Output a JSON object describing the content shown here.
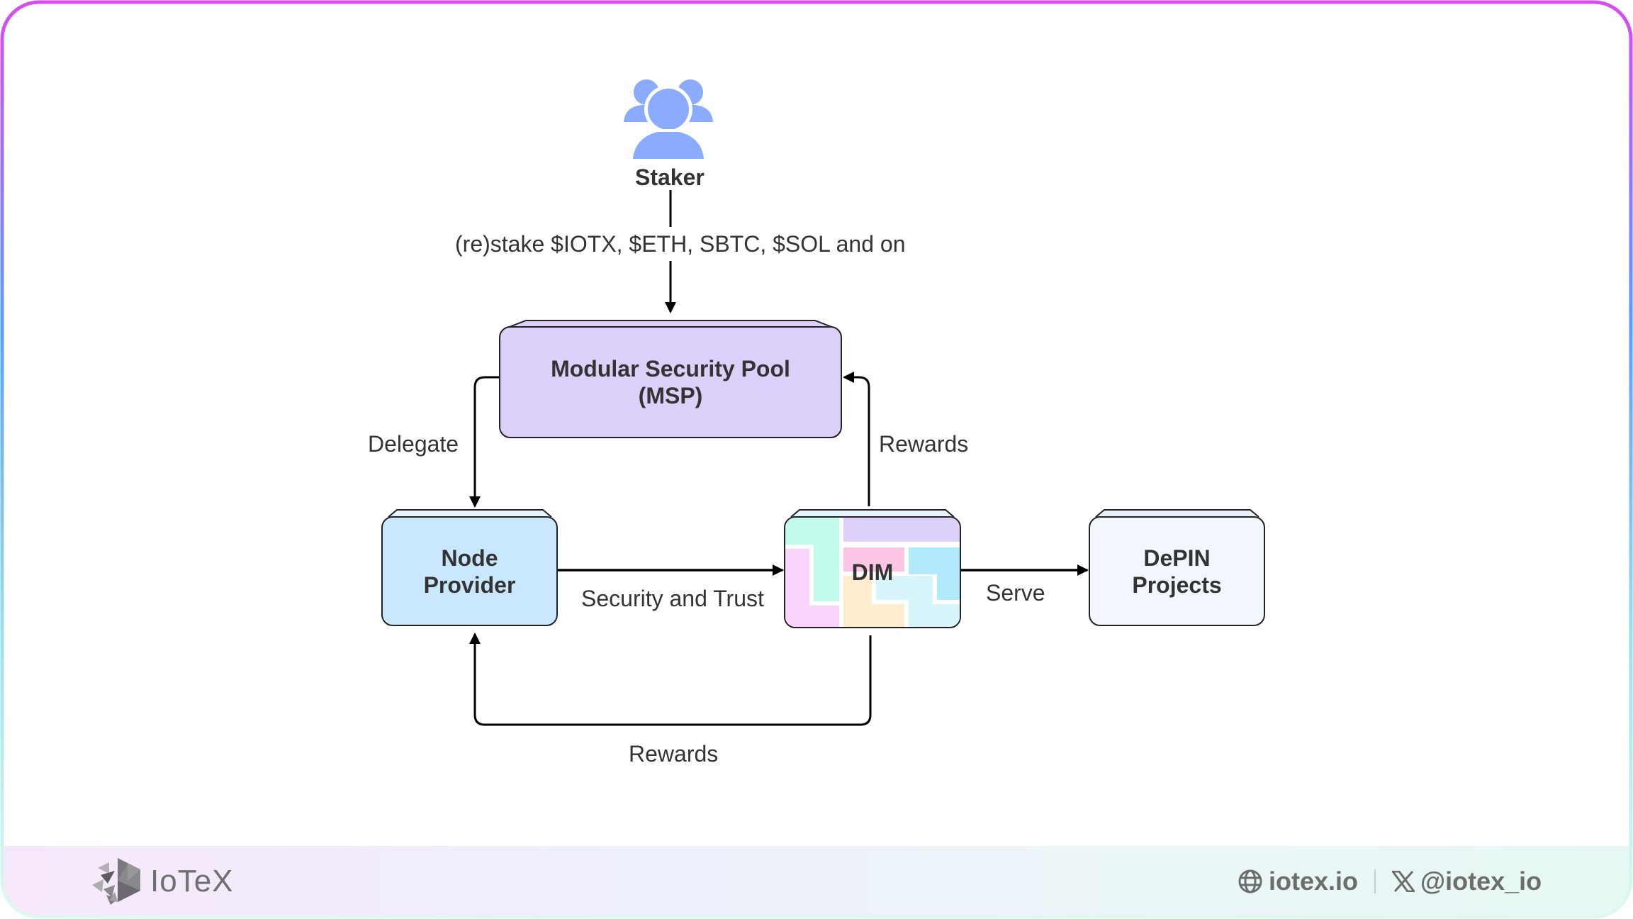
{
  "staker": {
    "label": "Staker",
    "icon": "users-group-icon",
    "icon_color": "#8aabff"
  },
  "edges": {
    "stake_label": "(re)stake $IOTX, $ETH, SBTC, $SOL and on",
    "delegate_label": "Delegate",
    "rewards_to_msp_label": "Rewards",
    "security_trust_label": "Security and Trust",
    "serve_label": "Serve",
    "rewards_to_node_label": "Rewards"
  },
  "nodes": {
    "msp": {
      "line1": "Modular Security Pool",
      "line2": "(MSP)",
      "color": "#ddd0fb"
    },
    "node_provider": {
      "line1": "Node",
      "line2": "Provider",
      "color": "#c9e8fd"
    },
    "dim": {
      "label": "DIM",
      "tile_colors": [
        "#c3fbef",
        "#ddd0fb",
        "#fbd4fb",
        "#fdc6e4",
        "#b0eafc",
        "#fdecce",
        "#d8f5fc"
      ]
    },
    "depin": {
      "line1": "DePIN",
      "line2": "Projects",
      "color": "#f2f7fe"
    }
  },
  "footer": {
    "brand": "IoTeX",
    "website": "iotex.io",
    "website_icon": "globe-icon",
    "social_handle": "@iotex_io",
    "social_icon": "x-logo-icon"
  },
  "theme": {
    "border_top": "#d84cf0",
    "border_mid": "#5b9cff",
    "border_bottom": "#d7f8ee"
  }
}
